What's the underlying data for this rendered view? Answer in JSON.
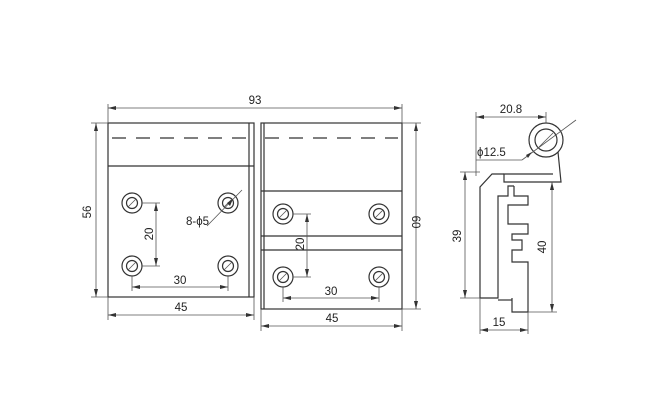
{
  "dimensions": {
    "overall_width": "93",
    "left_leaf_height": "56",
    "hole_callout": "8-ϕ5",
    "left_hole_vertical_spacing": "20",
    "left_hole_horizontal_spacing": "30",
    "left_leaf_width": "45",
    "right_hole_vertical_spacing": "20",
    "right_hole_horizontal_spacing": "30",
    "right_leaf_width": "45",
    "right_leaf_height": "60",
    "profile_width": "20.8",
    "knuckle_diameter": "ϕ12.5",
    "profile_height_left": "39",
    "profile_height_right": "40",
    "profile_thickness": "15"
  }
}
